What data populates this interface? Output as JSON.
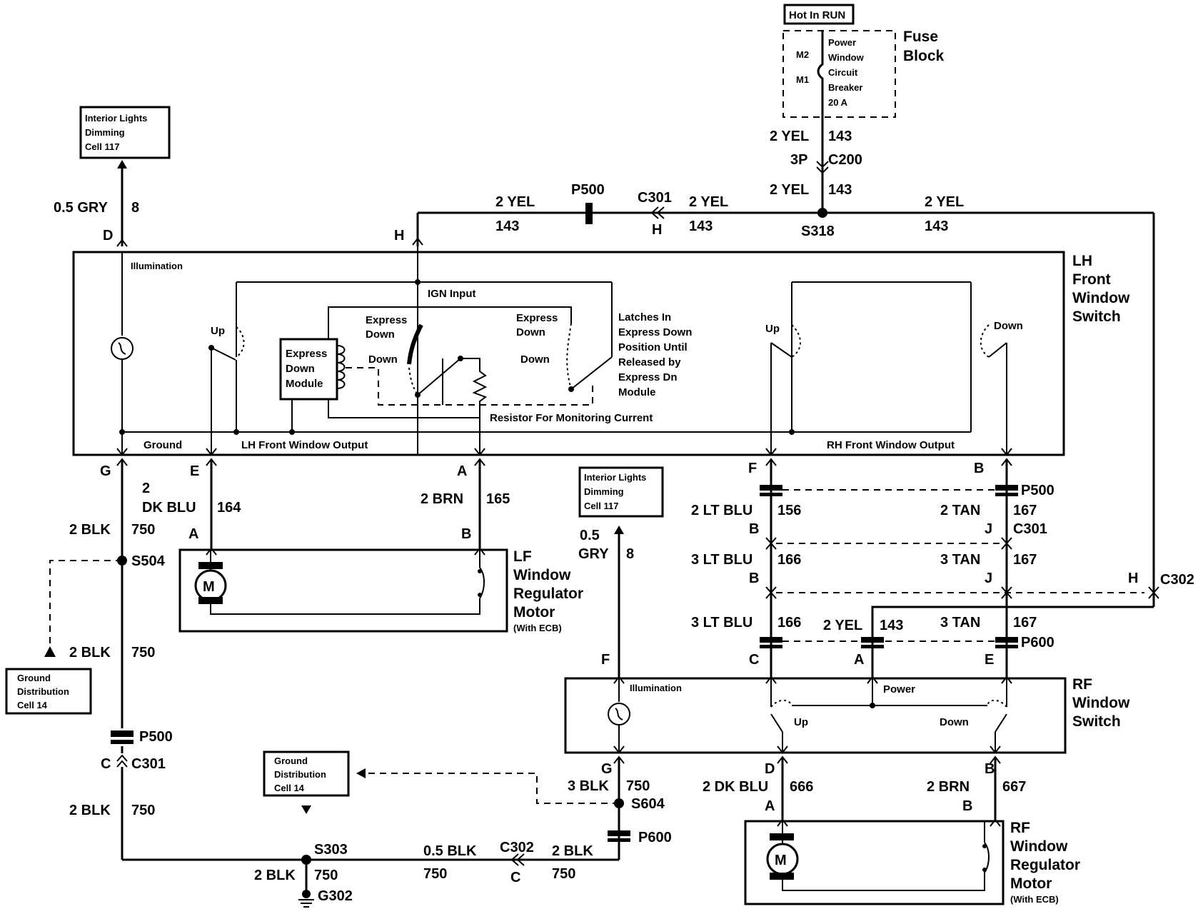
{
  "top": {
    "hot_in_run": "Hot In RUN",
    "fuse_block": [
      "Fuse",
      "Block"
    ],
    "m2": "M2",
    "m1": "M1",
    "breaker": [
      "Power",
      "Window",
      "Circuit",
      "Breaker",
      "20 A"
    ],
    "w1_color": "2 YEL",
    "w1_num": "143",
    "c200_pin": "3P",
    "c200": "C200",
    "w2_color": "2 YEL",
    "w2_num": "143",
    "s318": "S318",
    "left_color": "2 YEL",
    "left_num": "143",
    "mid_color": "2 YEL",
    "mid_num": "143",
    "right_color": "2 YEL",
    "right_num": "143",
    "p500": "P500",
    "c301": "C301",
    "c301_pin": "H",
    "h_pin": "H"
  },
  "illum_top": {
    "box": [
      "Interior Lights",
      "Dimming",
      "Cell 117"
    ],
    "color": "0.5 GRY",
    "num": "8",
    "pin": "D"
  },
  "lh_switch": {
    "title": [
      "LH",
      "Front",
      "Window",
      "Switch"
    ],
    "illumination": "Illumination",
    "ign_input": "IGN Input",
    "up": "Up",
    "express_down_1": [
      "Express",
      "Down"
    ],
    "express_down_2": [
      "Express",
      "Down"
    ],
    "down_a": "Down",
    "down_b": "Down",
    "module": [
      "Express",
      "Down",
      "Module"
    ],
    "latches": [
      "Latches In",
      "Express Down",
      "Position Until",
      "Released by",
      "Express Dn",
      "Module"
    ],
    "resistor": "Resistor For Monitoring Current",
    "ground": "Ground",
    "lh_output": "LH Front Window Output",
    "rh_up": "Up",
    "rh_down": "Down",
    "rh_output": "RH Front Window Output"
  },
  "lh_pins": {
    "g": "G",
    "e": "E",
    "a": "A",
    "f": "F",
    "b": "B"
  },
  "lf_side": {
    "e_color_1": "2",
    "e_color_2": "DK BLU",
    "e_num": "164",
    "a_color": "2 BRN",
    "a_num": "165",
    "motor_pin_a": "A",
    "motor_pin_b": "B",
    "motor": "M",
    "title": [
      "LF",
      "Window",
      "Regulator",
      "Motor"
    ],
    "ecb": "(With ECB)",
    "g_color": "2 BLK",
    "g_num": "750",
    "s504": "S504",
    "g2_color": "2 BLK",
    "g2_num": "750",
    "ground_box": [
      "Ground",
      "Distribution",
      "Cell 14"
    ],
    "p500": "P500",
    "c301_pin": "C",
    "c301": "C301",
    "g3_color": "2 BLK",
    "g3_num": "750"
  },
  "rf_wires": {
    "p500": "P500",
    "f_color": "2 LT BLU",
    "f_num": "156",
    "b_color": "2 TAN",
    "b_num": "167",
    "c301_pin_b": "B",
    "c301_pin_j": "J",
    "c301": "C301",
    "f2_color": "3 LT BLU",
    "f2_num": "166",
    "b2_color": "3 TAN",
    "b2_num": "167",
    "c302_pin_b": "B",
    "c302_pin_j": "J",
    "c302_pin_h": "H",
    "c302": "C302",
    "f3_color": "3 LT BLU",
    "f3_num": "166",
    "yel_color": "2 YEL",
    "yel_num": "143",
    "b3_color": "3 TAN",
    "b3_num": "167",
    "p600": "P600",
    "pin_c": "C",
    "pin_a": "A",
    "pin_e": "E"
  },
  "illum_mid": {
    "box": [
      "Interior Lights",
      "Dimming",
      "Cell 117"
    ],
    "color_1": "0.5",
    "color_2": "GRY",
    "num": "8",
    "pin": "F"
  },
  "rf_switch": {
    "title": [
      "RF",
      "Window",
      "Switch"
    ],
    "illumination": "Illumination",
    "power": "Power",
    "up": "Up",
    "down": "Down",
    "pin_g": "G",
    "pin_d": "D",
    "pin_b": "B"
  },
  "rf_bottom": {
    "g_color": "3 BLK",
    "g_num": "750",
    "s604": "S604",
    "p600": "P600",
    "d_color": "2 DK BLU",
    "d_num": "666",
    "b_color": "2 BRN",
    "b_num": "667",
    "motor_pin_a": "A",
    "motor_pin_b": "B",
    "motor": "M",
    "title": [
      "RF",
      "Window",
      "Regulator",
      "Motor"
    ],
    "ecb": "(With ECB)"
  },
  "ground_bottom": {
    "box": [
      "Ground",
      "Distribution",
      "Cell 14"
    ],
    "s303": "S303",
    "blk1_color": "2 BLK",
    "blk1_num": "750",
    "g302": "G302",
    "mid_color": "0.5 BLK",
    "mid_num": "750",
    "c302": "C302",
    "c302_pin": "C",
    "right_color": "2 BLK",
    "right_num": "750"
  }
}
